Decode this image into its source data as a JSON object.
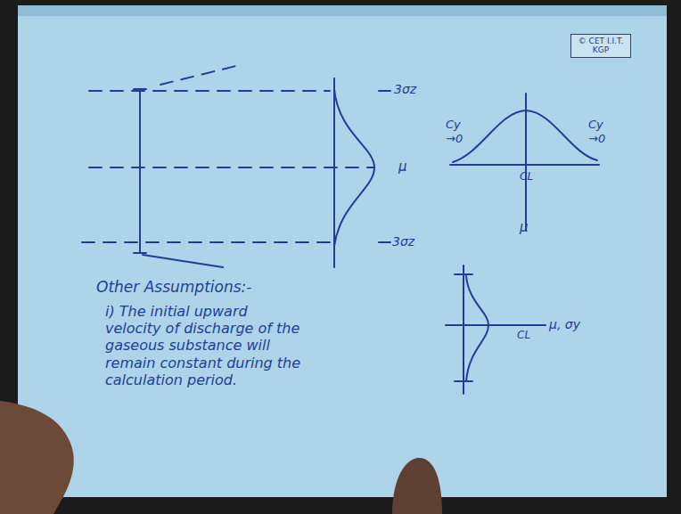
{
  "diagram": {
    "nodes": [
      {
        "text": [
          "© CET I.I.T. KGP"
        ]
      }
    ],
    "labels": [
      "3σz",
      "μ",
      "3σz",
      "Cy →0",
      "Cy →0",
      "CL",
      "μ",
      "CL",
      "μ, σy",
      "Other Assumptions:-",
      "i) The initial upward velocity of discharge of the gaseous substance will remain constant during the calculation period."
    ]
  }
}
